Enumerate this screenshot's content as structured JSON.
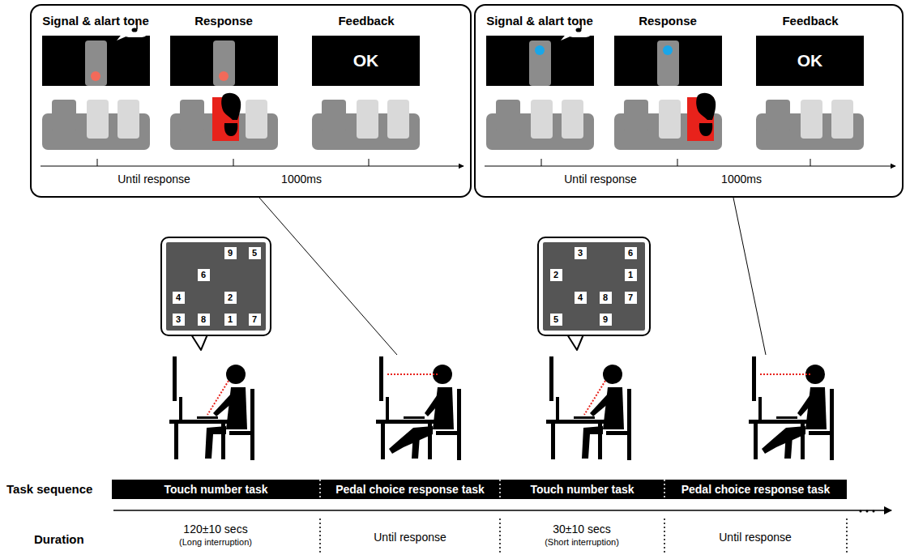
{
  "diagram": {
    "nodes": [
      {
        "text": [
          "Signal & alart tone",
          "Response",
          "Feedback",
          "Until response",
          "1000ms"
        ]
      },
      {
        "text": [
          "OK"
        ],
        "in": 0
      },
      {
        "text": [
          "Signal & alart tone",
          "Response",
          "Feedback",
          "Until response",
          "1000ms"
        ]
      },
      {
        "text": [
          "OK"
        ],
        "in": 2
      },
      {
        "text": [
          "9",
          "5",
          "6",
          "4",
          "2",
          "3",
          "8",
          "1",
          "7"
        ]
      },
      {
        "text": [
          "3",
          "6",
          "2",
          "1",
          "4",
          "8",
          "7",
          "5",
          "9"
        ]
      },
      {
        "text": [
          "Touch number task"
        ]
      },
      {
        "text": [
          "Pedal choice response task"
        ]
      },
      {
        "text": [
          "Touch number task"
        ]
      },
      {
        "text": [
          "Pedal choice response task"
        ]
      }
    ],
    "labels": [
      "Task sequence",
      "Duration",
      "120±10 secs",
      "(Long interruption)",
      "Until response",
      "30±10 secs",
      "(Short interruption)",
      "Until response"
    ]
  }
}
